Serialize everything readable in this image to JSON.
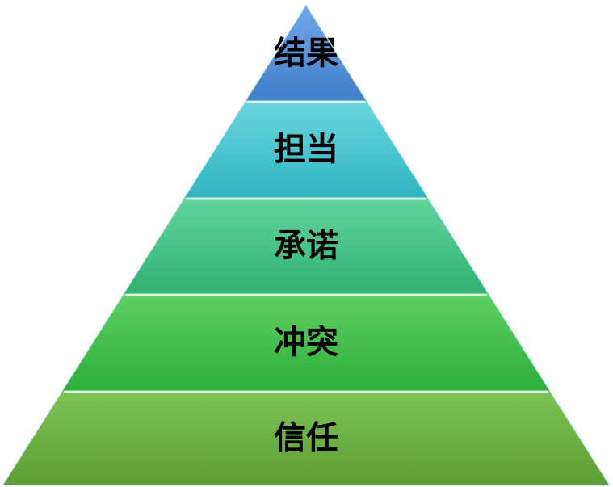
{
  "diagram": {
    "type": "pyramid",
    "levels": [
      {
        "label": "结果",
        "color_top": "#6fa8e8",
        "color_bottom": "#3f7fca"
      },
      {
        "label": "担当",
        "color_top": "#6ad6df",
        "color_bottom": "#2fb5bf"
      },
      {
        "label": "承诺",
        "color_top": "#62d49f",
        "color_bottom": "#2fb272"
      },
      {
        "label": "冲突",
        "color_top": "#5ecf62",
        "color_bottom": "#2daf3a"
      },
      {
        "label": "信任",
        "color_top": "#7fc257",
        "color_bottom": "#5c9e33"
      }
    ]
  }
}
